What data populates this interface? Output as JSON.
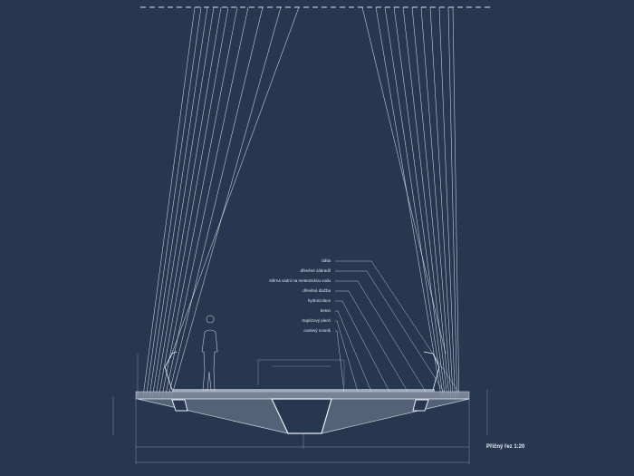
{
  "drawing": {
    "title": "Příčný řez 1:20",
    "labels": [
      "táhla",
      "dřevěné zábradlí",
      "stěrná vadní na meteorickou vodu",
      "dřevěná dlažba",
      "hydroizolace",
      "beton",
      "trapézový plech",
      "ocelový nosník"
    ]
  },
  "colors": {
    "background": "#273750",
    "lines": "#e8eef5"
  }
}
